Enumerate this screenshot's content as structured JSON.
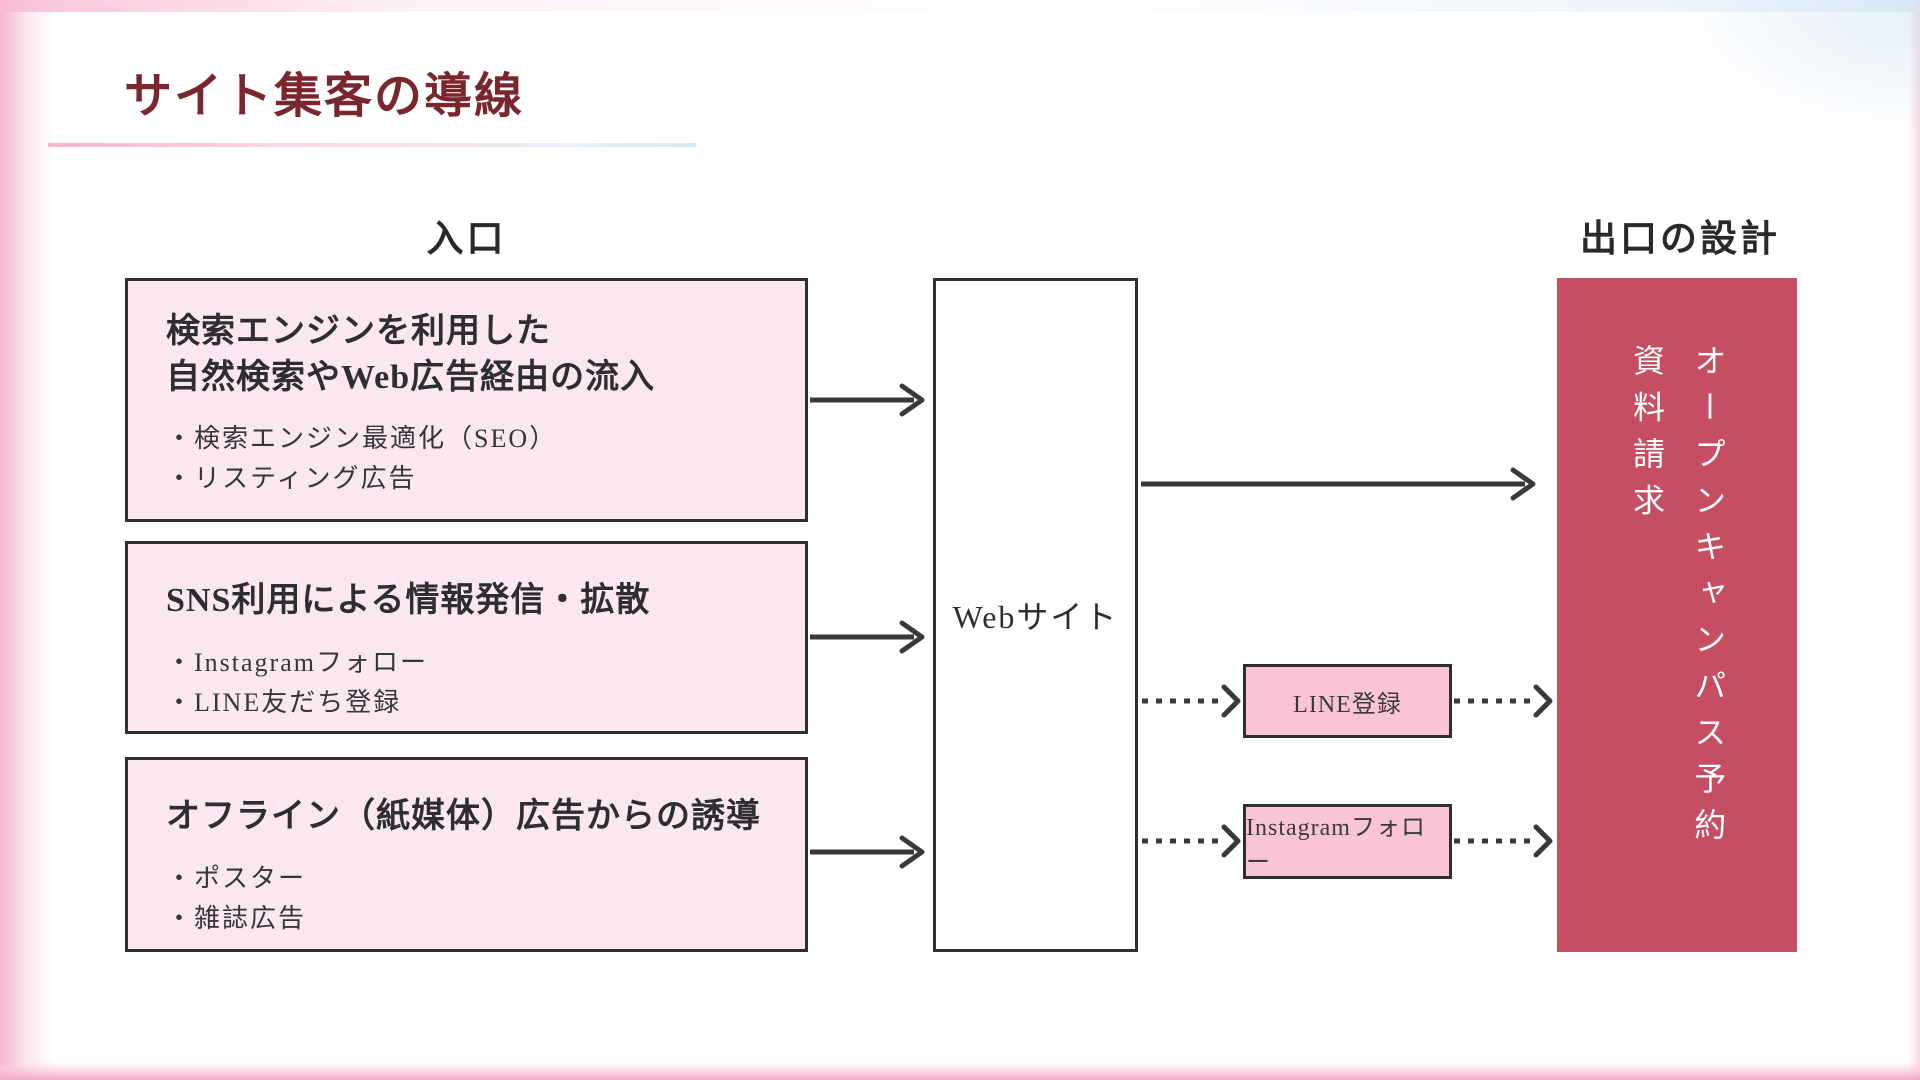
{
  "slide": {
    "title": "サイト集客の導線"
  },
  "section_headers": {
    "entrance": "入口",
    "exit": "出口の設計"
  },
  "entry_boxes": [
    {
      "title_line1": "検索エンジンを利用した",
      "title_line2": "自然検索やWeb広告経由の流入",
      "bullets": [
        "・検索エンジン最適化（SEO）",
        "・リスティング広告"
      ]
    },
    {
      "title_line1": "SNS利用による情報発信・拡散",
      "bullets": [
        "・Instagramフォロー",
        "・LINE友だち登録"
      ]
    },
    {
      "title_line1": "オフライン（紙媒体）広告からの誘導",
      "bullets": [
        "・ポスター",
        "・雑誌広告"
      ]
    }
  ],
  "website_box": {
    "label": "Webサイト"
  },
  "mid_boxes": {
    "line": {
      "label": "LINE登録"
    },
    "instagram": {
      "label": "Instagramフォロー"
    }
  },
  "exit_box": {
    "column_right": "オープンキャンパス予約",
    "column_left": "資料請求"
  },
  "colors": {
    "title_text": "#7a262e",
    "entry_box_bg": "#fbe8ef",
    "mid_box_bg": "#f9c5d5",
    "exit_box_bg": "#c64e62",
    "border_and_arrows": "#2f2e33",
    "underline_gradient_start": "#f5b7cd",
    "underline_gradient_end": "#d9e8f3"
  }
}
